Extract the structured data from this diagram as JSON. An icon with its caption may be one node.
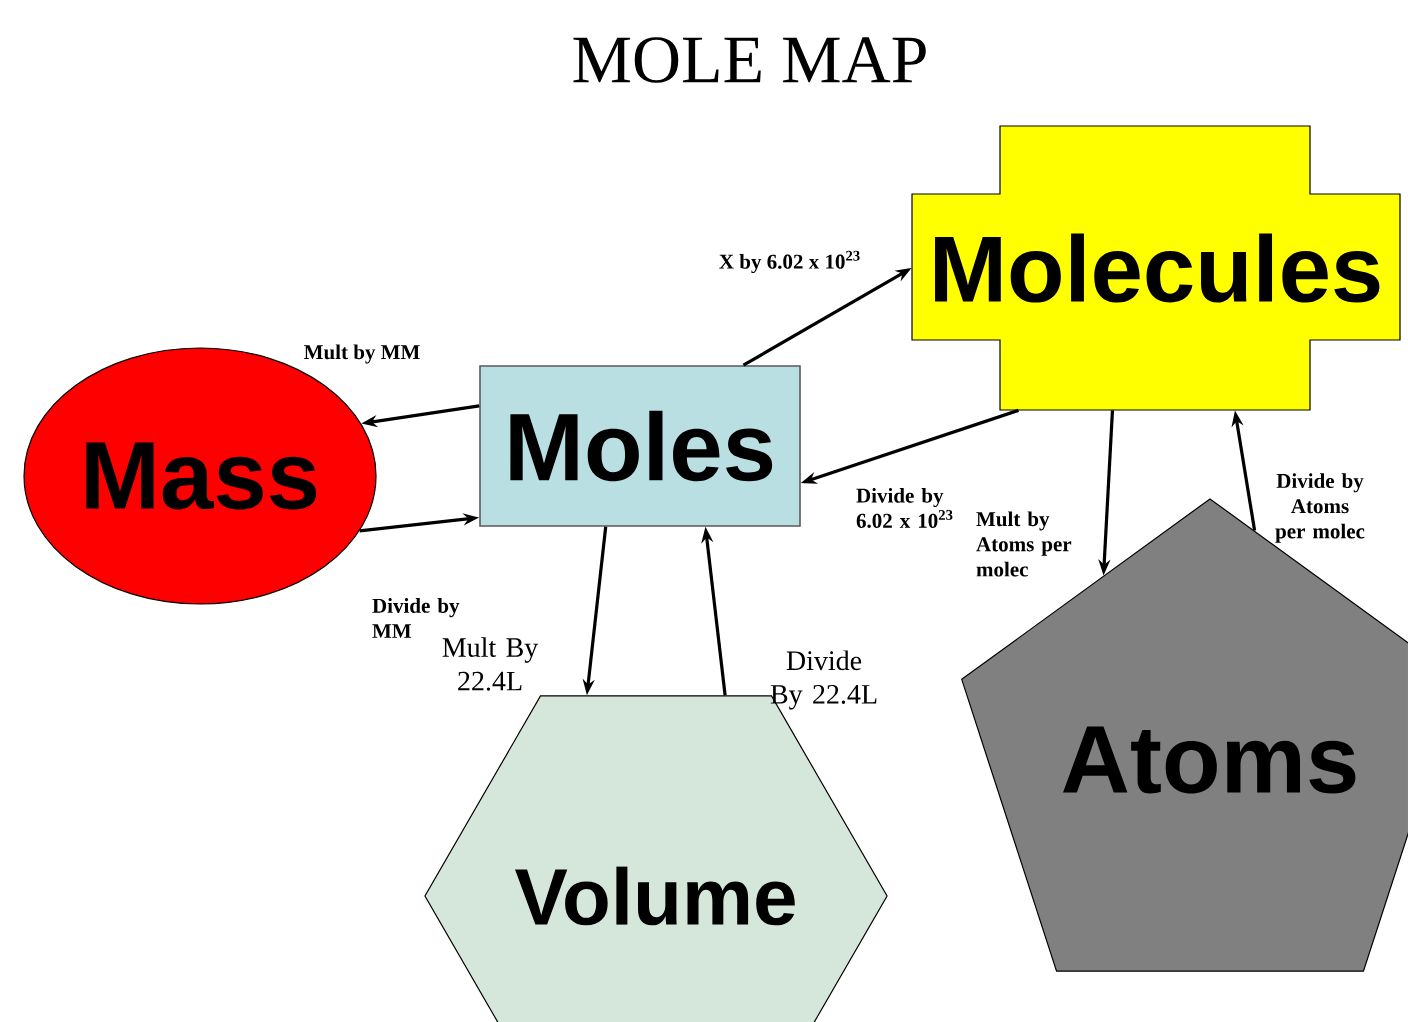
{
  "diagram": {
    "title": "MOLE MAP",
    "nodes": [
      {
        "text": [
          "Mass"
        ]
      },
      {
        "text": [
          "Moles"
        ]
      },
      {
        "text": [
          "Molecules"
        ]
      },
      {
        "text": [
          "Atoms"
        ]
      },
      {
        "text": [
          "Volume"
        ]
      }
    ],
    "edges": [
      {
        "from": 1,
        "to": 0,
        "arrow": "to",
        "label": "Mult by MM"
      },
      {
        "from": 0,
        "to": 1,
        "arrow": "to",
        "label": "Divide by MM"
      },
      {
        "from": 1,
        "to": 2,
        "arrow": "to",
        "label": "X by 6.02 x 10$^{23}$"
      },
      {
        "from": 2,
        "to": 1,
        "arrow": "to",
        "label": "Divide by 6.02 x 10$^{23}$"
      },
      {
        "from": 2,
        "to": 3,
        "arrow": "to",
        "label": "Mult by Atoms per molec"
      },
      {
        "from": 3,
        "to": 2,
        "arrow": "to",
        "label": "Divide by Atoms per molec"
      },
      {
        "from": 1,
        "to": 4,
        "arrow": "to",
        "label": "Mult By 22.4L"
      },
      {
        "from": 4,
        "to": 1,
        "arrow": "to",
        "label": "Divide By 22.4L"
      }
    ]
  }
}
